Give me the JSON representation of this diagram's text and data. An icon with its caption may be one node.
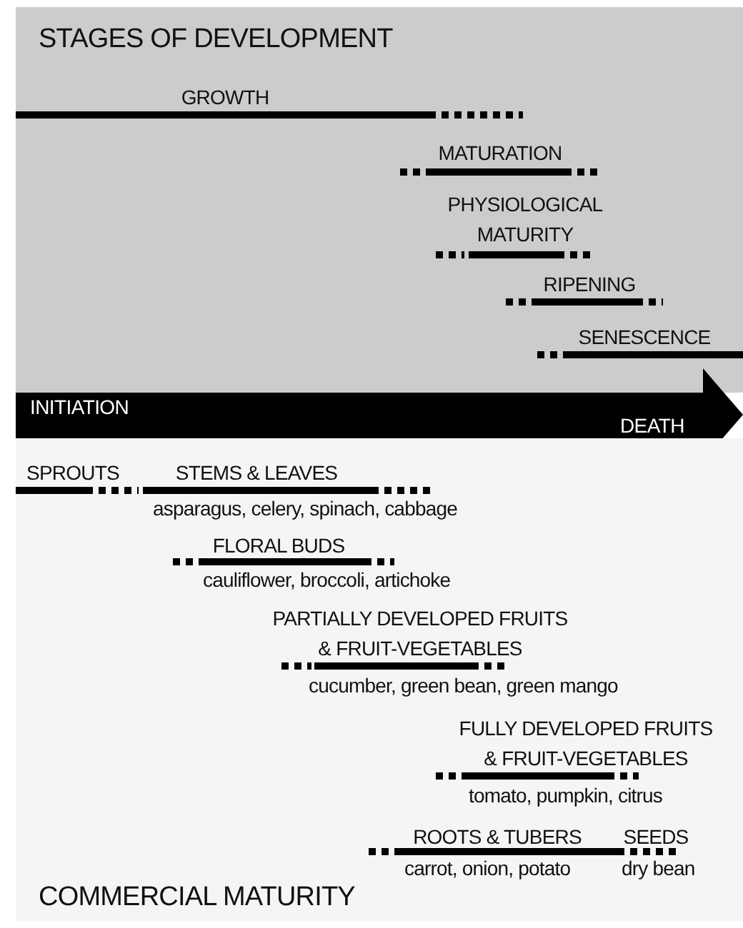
{
  "diagram": {
    "nodes": [
      {
        "text": [
          "STAGES OF DEVELOPMENT"
        ]
      },
      {
        "text": [
          "GROWTH"
        ],
        "in": 0
      },
      {
        "text": [
          "MATURATION"
        ],
        "in": 0
      },
      {
        "text": [
          "PHYSIOLOGICAL MATURITY"
        ],
        "in": 0
      },
      {
        "text": [
          "RIPENING"
        ],
        "in": 0
      },
      {
        "text": [
          "SENESCENCE"
        ],
        "in": 0
      },
      {
        "text": [
          "INITIATION",
          "DEATH"
        ]
      },
      {
        "text": [
          "COMMERCIAL MATURITY"
        ]
      },
      {
        "text": [
          "SPROUTS"
        ],
        "in": 7
      },
      {
        "text": [
          "STEMS & LEAVES",
          "asparagus, celery, spinach, cabbage"
        ],
        "in": 7
      },
      {
        "text": [
          "FLORAL BUDS",
          "cauliflower, broccoli, artichoke"
        ],
        "in": 7
      },
      {
        "text": [
          "PARTIALLY DEVELOPED FRUITS & FRUIT-VEGETABLES",
          "cucumber, green bean, green mango"
        ],
        "in": 7
      },
      {
        "text": [
          "FULLY DEVELOPED FRUITS & FRUIT-VEGETABLES",
          "tomato, pumpkin, citrus"
        ],
        "in": 7
      },
      {
        "text": [
          "ROOTS & TUBERS",
          "carrot, onion, potato"
        ],
        "in": 7
      },
      {
        "text": [
          "SEEDS",
          "dry bean"
        ],
        "in": 7
      }
    ]
  }
}
